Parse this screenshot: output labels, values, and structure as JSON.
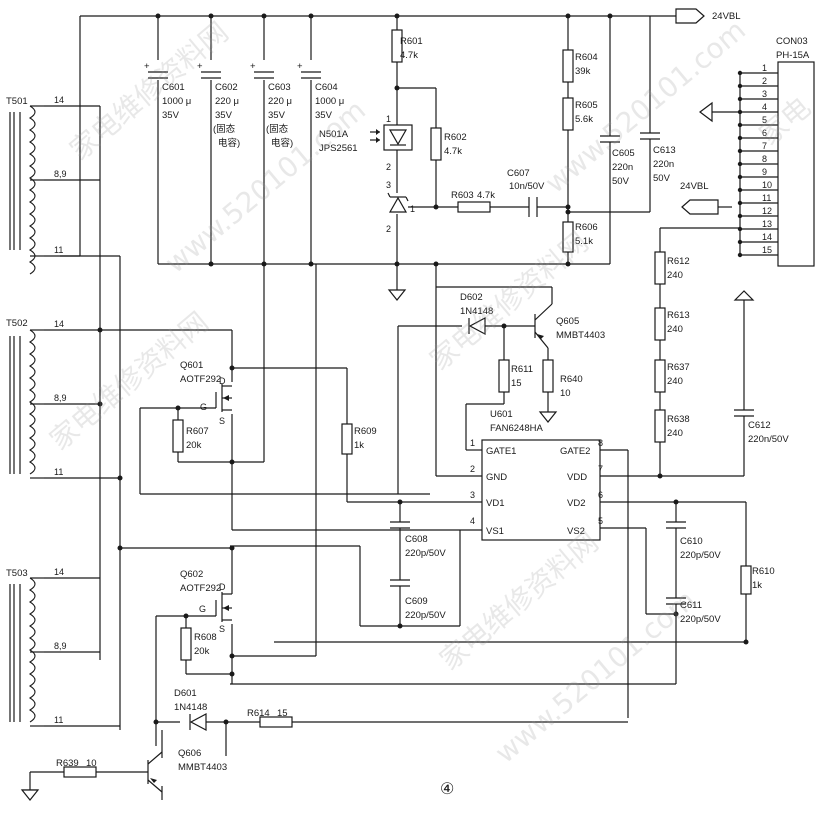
{
  "nets": {
    "rail": "24VBL",
    "input": "24VBL"
  },
  "connector": {
    "ref": "CON03",
    "model": "PH-15A",
    "pins": [
      "1",
      "2",
      "3",
      "4",
      "5",
      "6",
      "7",
      "8",
      "9",
      "10",
      "11",
      "12",
      "13",
      "14",
      "15"
    ]
  },
  "transformers": [
    {
      "ref": "T501",
      "pins": [
        "14",
        "8,9",
        "11"
      ]
    },
    {
      "ref": "T502",
      "pins": [
        "14",
        "8,9",
        "11"
      ]
    },
    {
      "ref": "T503",
      "pins": [
        "14",
        "8,9",
        "11"
      ]
    }
  ],
  "capacitors": {
    "C601": {
      "ref": "C601",
      "value": "1000 μ",
      "voltage": "35V"
    },
    "C602": {
      "ref": "C602",
      "value": "220 μ",
      "voltage": "35V",
      "note1": "(固态",
      "note2": "电容)"
    },
    "C603": {
      "ref": "C603",
      "value": "220 μ",
      "voltage": "35V",
      "note1": "(固态",
      "note2": "电容)"
    },
    "C604": {
      "ref": "C604",
      "value": "1000 μ",
      "voltage": "35V"
    },
    "C605": {
      "ref": "C605",
      "value": "220n",
      "voltage": "50V"
    },
    "C613": {
      "ref": "C613",
      "value": "220n",
      "voltage": "50V"
    },
    "C607": {
      "ref": "C607",
      "value": "10n/50V"
    },
    "C608": {
      "ref": "C608",
      "value": "220p/50V"
    },
    "C609": {
      "ref": "C609",
      "value": "220p/50V"
    },
    "C610": {
      "ref": "C610",
      "value": "220p/50V"
    },
    "C611": {
      "ref": "C611",
      "value": "220p/50V"
    },
    "C612": {
      "ref": "C612",
      "value": "220n/50V"
    }
  },
  "resistors": {
    "R601": {
      "ref": "R601",
      "value": "4.7k"
    },
    "R602": {
      "ref": "R602",
      "value": "4.7k"
    },
    "R603": {
      "ref": "R603",
      "value": "4.7k"
    },
    "R604": {
      "ref": "R604",
      "value": "39k"
    },
    "R605": {
      "ref": "R605",
      "value": "5.6k"
    },
    "R606": {
      "ref": "R606",
      "value": "5.1k"
    },
    "R607": {
      "ref": "R607",
      "value": "20k"
    },
    "R608": {
      "ref": "R608",
      "value": "20k"
    },
    "R609": {
      "ref": "R609",
      "value": "1k"
    },
    "R610": {
      "ref": "R610",
      "value": "1k"
    },
    "R611": {
      "ref": "R611",
      "value": "15"
    },
    "R612": {
      "ref": "R612",
      "value": "240"
    },
    "R613": {
      "ref": "R613",
      "value": "240"
    },
    "R614": {
      "ref": "R614",
      "value": "15"
    },
    "R637": {
      "ref": "R637",
      "value": "240"
    },
    "R638": {
      "ref": "R638",
      "value": "240"
    },
    "R639": {
      "ref": "R639",
      "value": "10"
    },
    "R640": {
      "ref": "R640",
      "value": "10"
    }
  },
  "optocoupler": {
    "ref": "N501A",
    "model": "JPS2561",
    "pins": [
      "1",
      "2",
      "3",
      "2",
      "1"
    ]
  },
  "diodes": {
    "D601": {
      "ref": "D601",
      "model": "1N4148"
    },
    "D602": {
      "ref": "D602",
      "model": "1N4148"
    }
  },
  "transistors": {
    "Q601": {
      "ref": "Q601",
      "model": "AOTF292",
      "pins": [
        "D",
        "G",
        "S"
      ]
    },
    "Q602": {
      "ref": "Q602",
      "model": "AOTF292",
      "pins": [
        "D",
        "G",
        "S"
      ]
    },
    "Q605": {
      "ref": "Q605",
      "model": "MMBT4403"
    },
    "Q606": {
      "ref": "Q606",
      "model": "MMBT4403"
    }
  },
  "ic": {
    "ref": "U601",
    "model": "FAN6248HA",
    "left_pins": [
      {
        "num": "1",
        "name": "GATE1"
      },
      {
        "num": "2",
        "name": "GND"
      },
      {
        "num": "3",
        "name": "VD1"
      },
      {
        "num": "4",
        "name": "VS1"
      }
    ],
    "right_pins": [
      {
        "num": "8",
        "name": "GATE2"
      },
      {
        "num": "7",
        "name": "VDD"
      },
      {
        "num": "6",
        "name": "VD2"
      },
      {
        "num": "5",
        "name": "VS2"
      }
    ]
  },
  "figure_marker": "④",
  "watermarks": [
    "家电维修资料网",
    "www.520101.com",
    "家电维修资料网",
    "www.520101.com",
    "家电维修资料网",
    "www.520101.com",
    "家电维修资料网",
    "家电"
  ]
}
